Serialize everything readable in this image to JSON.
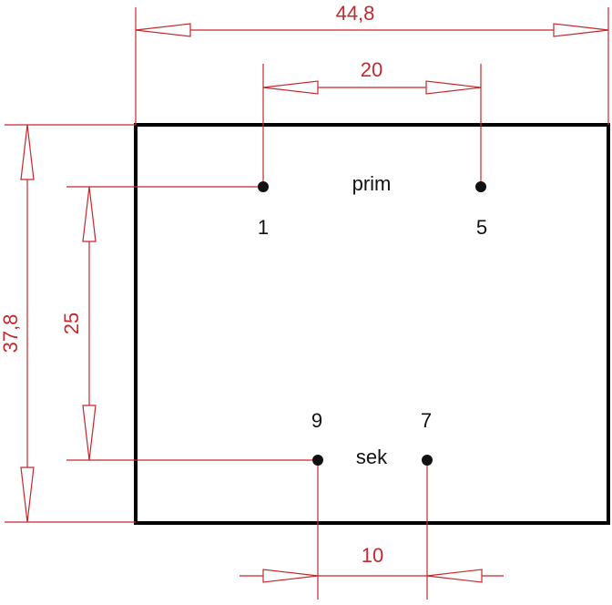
{
  "dimensions": {
    "overall_width": "44,8",
    "overall_height": "37,8",
    "primary_pin_spacing": "20",
    "secondary_pin_spacing": "10",
    "row_spacing": "25"
  },
  "labels": {
    "primary": "prim",
    "secondary": "sek"
  },
  "pins": {
    "p1": "1",
    "p5": "5",
    "p9": "9",
    "p7": "7"
  },
  "colors": {
    "dimension": "#c8282d",
    "outline": "#000000",
    "text": "#111111"
  }
}
